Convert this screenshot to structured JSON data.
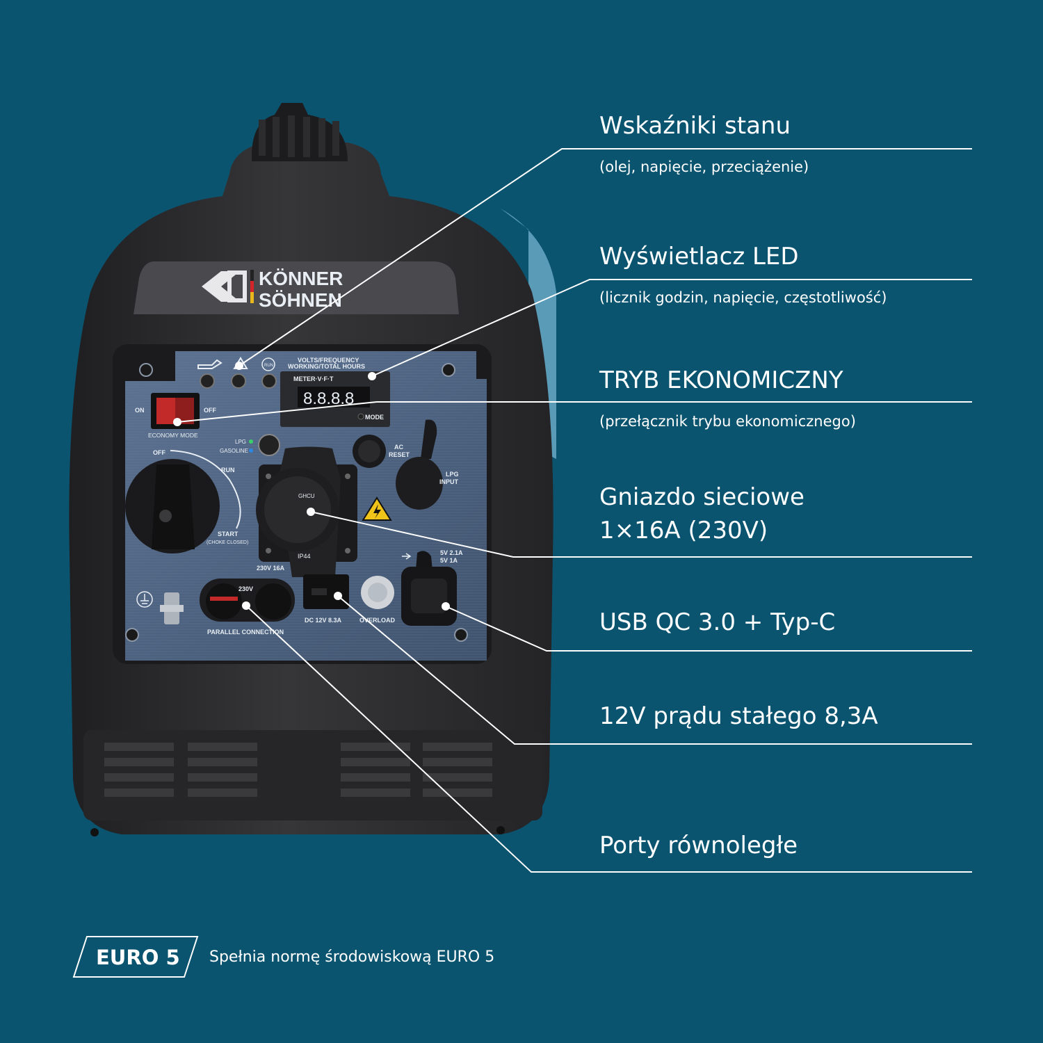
{
  "colors": {
    "background": "#0b5470",
    "line": "#ffffff",
    "body": "#2b2b2d",
    "panel": "#4f6582"
  },
  "callouts": [
    {
      "title": "Wskaźniki stanu",
      "sub": "(olej, napięcie, przeciążenie)"
    },
    {
      "title": "Wyświetlacz LED",
      "sub": "(licznik godzin, napięcie, częstotliwość)"
    },
    {
      "title": "TRYB EKONOMICZNY",
      "sub": "(przełącznik trybu ekonomicznego)"
    },
    {
      "title": "Gniazdo sieciowe",
      "title2": "1×16A (230V)"
    },
    {
      "title": "USB QC 3.0 + Typ-C"
    },
    {
      "title": "12V prądu stałego 8,3A"
    },
    {
      "title": "Porty równoległe"
    }
  ],
  "badge": {
    "label": "EURO 5",
    "text": "Spełnia normę środowiskową EURO 5"
  },
  "product": {
    "brand_top": "KÖNNER",
    "brand_bottom": "SÖHNEN",
    "panel": {
      "display_title_1": "VOLTS/FREQUENCY",
      "display_title_2": "WORKING/TOTAL HOURS",
      "meter": "METER·V·F·T",
      "mode": "MODE",
      "display_digits": "8.8.8.8",
      "on": "ON",
      "off": "OFF",
      "economy_mode": "ECONOMY MODE",
      "lpg": "LPG",
      "gasoline": "GASOLINE",
      "ac_reset_1": "AC",
      "ac_reset_2": "RESET",
      "lpg_input_1": "LPG",
      "lpg_input_2": "INPUT",
      "dial_off": "OFF",
      "dial_run": "RUN",
      "dial_start": "START",
      "dial_choke": "(CHOKE CLOSED)",
      "socket_brand": "GHCU",
      "socket_ip": "IP44",
      "outlet_label": "230V 16A",
      "parallel_230": "230V",
      "parallel_connection": "PARALLEL CONNECTION",
      "dc_label": "DC 12V 8.3A",
      "overload": "OVERLOAD",
      "usb_1": "5V 2.1A",
      "usb_2": "5V 1A",
      "run_icon": "RUN"
    }
  }
}
